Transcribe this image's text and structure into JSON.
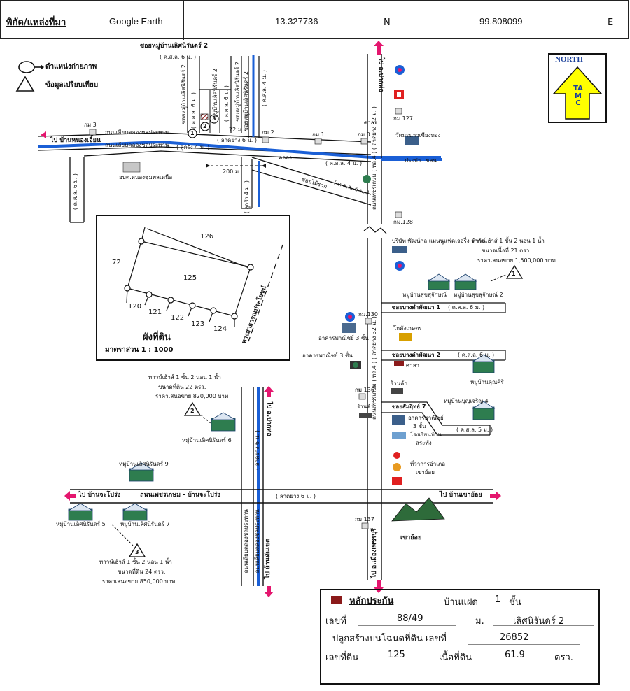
{
  "header": {
    "source_label": "พิกัด/แหล่งที่มา",
    "source_value": "Google Earth",
    "lat": "13.327736",
    "lat_dir": "N",
    "lon": "99.808099",
    "lon_dir": "E"
  },
  "legend": {
    "photo_position": "ตำแหน่งถ่ายภาพ",
    "comparison_data": "ข้อมูลเปรียบเทียบ"
  },
  "north": {
    "title": "NORTH",
    "code": "TAMC"
  },
  "roads": {
    "to_ban_nong_ian": "ไป บ้านหนองเอี้ยน",
    "canal_road_1": "ถนนเลียบคลองชลประทาน",
    "canal_road_2": "ถนนเลียบคลองชลประทาน",
    "soi_loet_2": "ซอยหมู่บ้านเลิศนิรันดร์ 2",
    "kso_6_top": "( ค.ส.ล. 6 ม. )",
    "soi_loet_2a": "ซอยหมู่บ้านเลิศนิรันดร์ 2",
    "soi_loet_2b": "หมู่บ้านเลิศนิรันดร์ 2",
    "soi_loet_2c": "ซอยหมู่บ้านเลิศนิรันดร์ 2",
    "soi_loet_2d": "ซอยหมู่บ้านเลิศนิรันดร์ 2",
    "kso_6_a": "( ค.ส.ล. 6 ม. )",
    "kso_6_b": "( ค.ส.ล. 6 ม. )",
    "kso_4": "( ค.ส.ล. 4 ม. )",
    "w22": "22 ม.",
    "asphalt_6": "( ลาดยาง 6 ม. )",
    "gravel_4": "( ลูกรัง 4 ม. )",
    "canal_lbl": "คลอง",
    "kso_4_road": "( ค.ส.ล. 4 ม. )",
    "soi_mai_ruak": "ซอยไม้รวก",
    "kso_6_mai": "( ค.ส.ล. 6 ม. )",
    "d200": "200 ม.",
    "gravel_4b": "( ลูกรัง 4 ม. )",
    "kso_6_left": "( ค.ส.ล. 6 ม. )",
    "phetkasem_32": "ถนนเพชรเกษม ( ทล.4 ) ( ลาดยาง 32 ม. )",
    "to_pak_tho": "ไป อ.ปากท่อ",
    "soi_bang_tam_1": "ซอยบางตำพัฒนา 1",
    "kso_6_bt1": "( ค.ส.ล. 6 ม. )",
    "soi_bang_tam_2": "ซอยบางตำพัฒนา 2",
    "kso_6_bt2": "( ค.ส.ล. 6 ม. )",
    "phetkasem_32b": "ถนนเพชรเกษม ( ทล.4 ) ( ลาดยาง 32 ม. )",
    "soi_sam_chit_7": "ซอยสัมฤิทธ์ 7",
    "kso_5": "( ค.ส.ล. 5 ม. )",
    "to_pak_tho_2": "ไป อ.ปากท่อ",
    "asphalt_6v": "( ลาดยาง 6 ม. )",
    "canal_road_v1": "ถนนเลียบคลองชลประทาน",
    "canal_road_v2": "ถนนเลียบคลองชลประทาน",
    "to_ban_jaroprong": "ไป บ้านจะโปร่ง",
    "phet_jaroprong": "ถนนเพชรเกษม - บ้านจะโปร่ง",
    "asphalt_6h": "( ลาดยาง 6 ม. )",
    "to_khao_yoi": "ไป บ้านเขาย้อย",
    "to_ban_than_khet": "ไป บ้านทันเขต",
    "to_mueang_phetchaburi": "ไป อ.เมืองเพชรบุรี"
  },
  "km_markers": [
    "กม.3",
    "กม.2",
    "กม.1",
    "กม.0",
    "กม.127",
    "กม.128",
    "กม.130",
    "กม.136",
    "กม.137"
  ],
  "places": {
    "school": "อบต.หนองชุมพลเหนือ",
    "temple": "ศาลา",
    "wat": "วัดมะนาวเชียงทอง",
    "bridge_left": "ประปา",
    "bridge_right": "ชลน",
    "company": "บริษัท พัฒน์กล แมนนูแฟคเจอริ่ง จำกัด",
    "moo_suk_1": "หมู่บ้านสุขสุจักษณ์",
    "moo_suk_2": "หมู่บ้านสุขสุจักษณ์ 2",
    "commercial_3a": "อาคารพาณิชย์ 3 ชั้น",
    "commercial_3b": "อาคารพาณิชย์ 3 ชั้น",
    "warehouse": "โกดังเกษตร",
    "sala_2": "ศาลา",
    "moo_kusiri": "หมู่บ้านคุณศิริ",
    "shop_1": "ร้านค้า",
    "shop_2": "ร้านค้า",
    "commercial_3c": "อาคารพาณิชย์",
    "commercial_3c2": "3 ชั้น",
    "moo_boonjaroen": "หมู่บ้านบุญเจริญ 4",
    "school_2": "โรงเรียนบ้าน",
    "school_2b": "สระพัง",
    "district_office": "ที่ว่าการอำเภอ",
    "district_office_b": "เขาย้อย",
    "moo_loet_6": "หมู่บ้านเลิศนิรันดร์ 6",
    "moo_loet_9": "หมู่บ้านเลิศนิรันดร์ 9",
    "moo_loet_5": "หมู่บ้านเลิศนิรันดร์ 5",
    "moo_loet_7": "หมู่บ้านเลิศนิรันดร์ 7",
    "khao_yoi": "เขาย้อย"
  },
  "comparisons": {
    "c1": {
      "num": "1",
      "l1": "ทาวน์เฮ้าส์ 1 ชั้น 2 นอน 1 น้ำ",
      "l2": "ขนาดเนื้อที่ 21 ตรว.",
      "l3": "ราคาเสนอขาย 1,500,000 บาท"
    },
    "c2": {
      "num": "2",
      "l1": "ทาวน์เฮ้าส์ 1 ชั้น 2 นอน 1 น้ำ",
      "l2": "ขนาดที่ดิน 22 ตรว.",
      "l3": "ราคาเสนอขาย 820,000 บาท"
    },
    "c3": {
      "num": "3",
      "l1": "ทาวน์เฮ้าส์ 1 ชั้น 2 นอน 1 น้ำ",
      "l2": "ขนาดที่ดิน 24 ตรว.",
      "l3": "ราคาเสนอขาย 850,000 บาท"
    }
  },
  "plot": {
    "title": "ผังที่ดิน",
    "scale": "มาตราส่วน 1 : 1000",
    "lot_126": "126",
    "lot_72": "72",
    "lot_125": "125",
    "lot_120": "120",
    "lot_121": "121",
    "lot_122": "122",
    "lot_123": "123",
    "lot_124": "124",
    "public_way": "ทางสาธารณประโยชน์"
  },
  "info": {
    "title": "หลักประกัน",
    "type": "บ้านแฝด",
    "floors": "1",
    "floors_unit": "ชั้น",
    "no_label": "เลขที่",
    "no_value": "88/49",
    "moo_label": "ม.",
    "village": "เลิศนิรันดร์ 2",
    "deed_label": "ปลูกสร้างบนโฉนดที่ดิน เลขที่",
    "deed_value": "26852",
    "land_no_label": "เลขที่ดิน",
    "land_no_value": "125",
    "area_label": "เนื้อที่ดิน",
    "area_value": "61.9",
    "area_unit": "ตรว."
  },
  "photo_markers": [
    "1",
    "2",
    "3"
  ],
  "colors": {
    "canal": "#1a5fd6",
    "arrow": "#e4166e",
    "hatch": "#8b1a1a",
    "north_bg": "#ffff00"
  }
}
